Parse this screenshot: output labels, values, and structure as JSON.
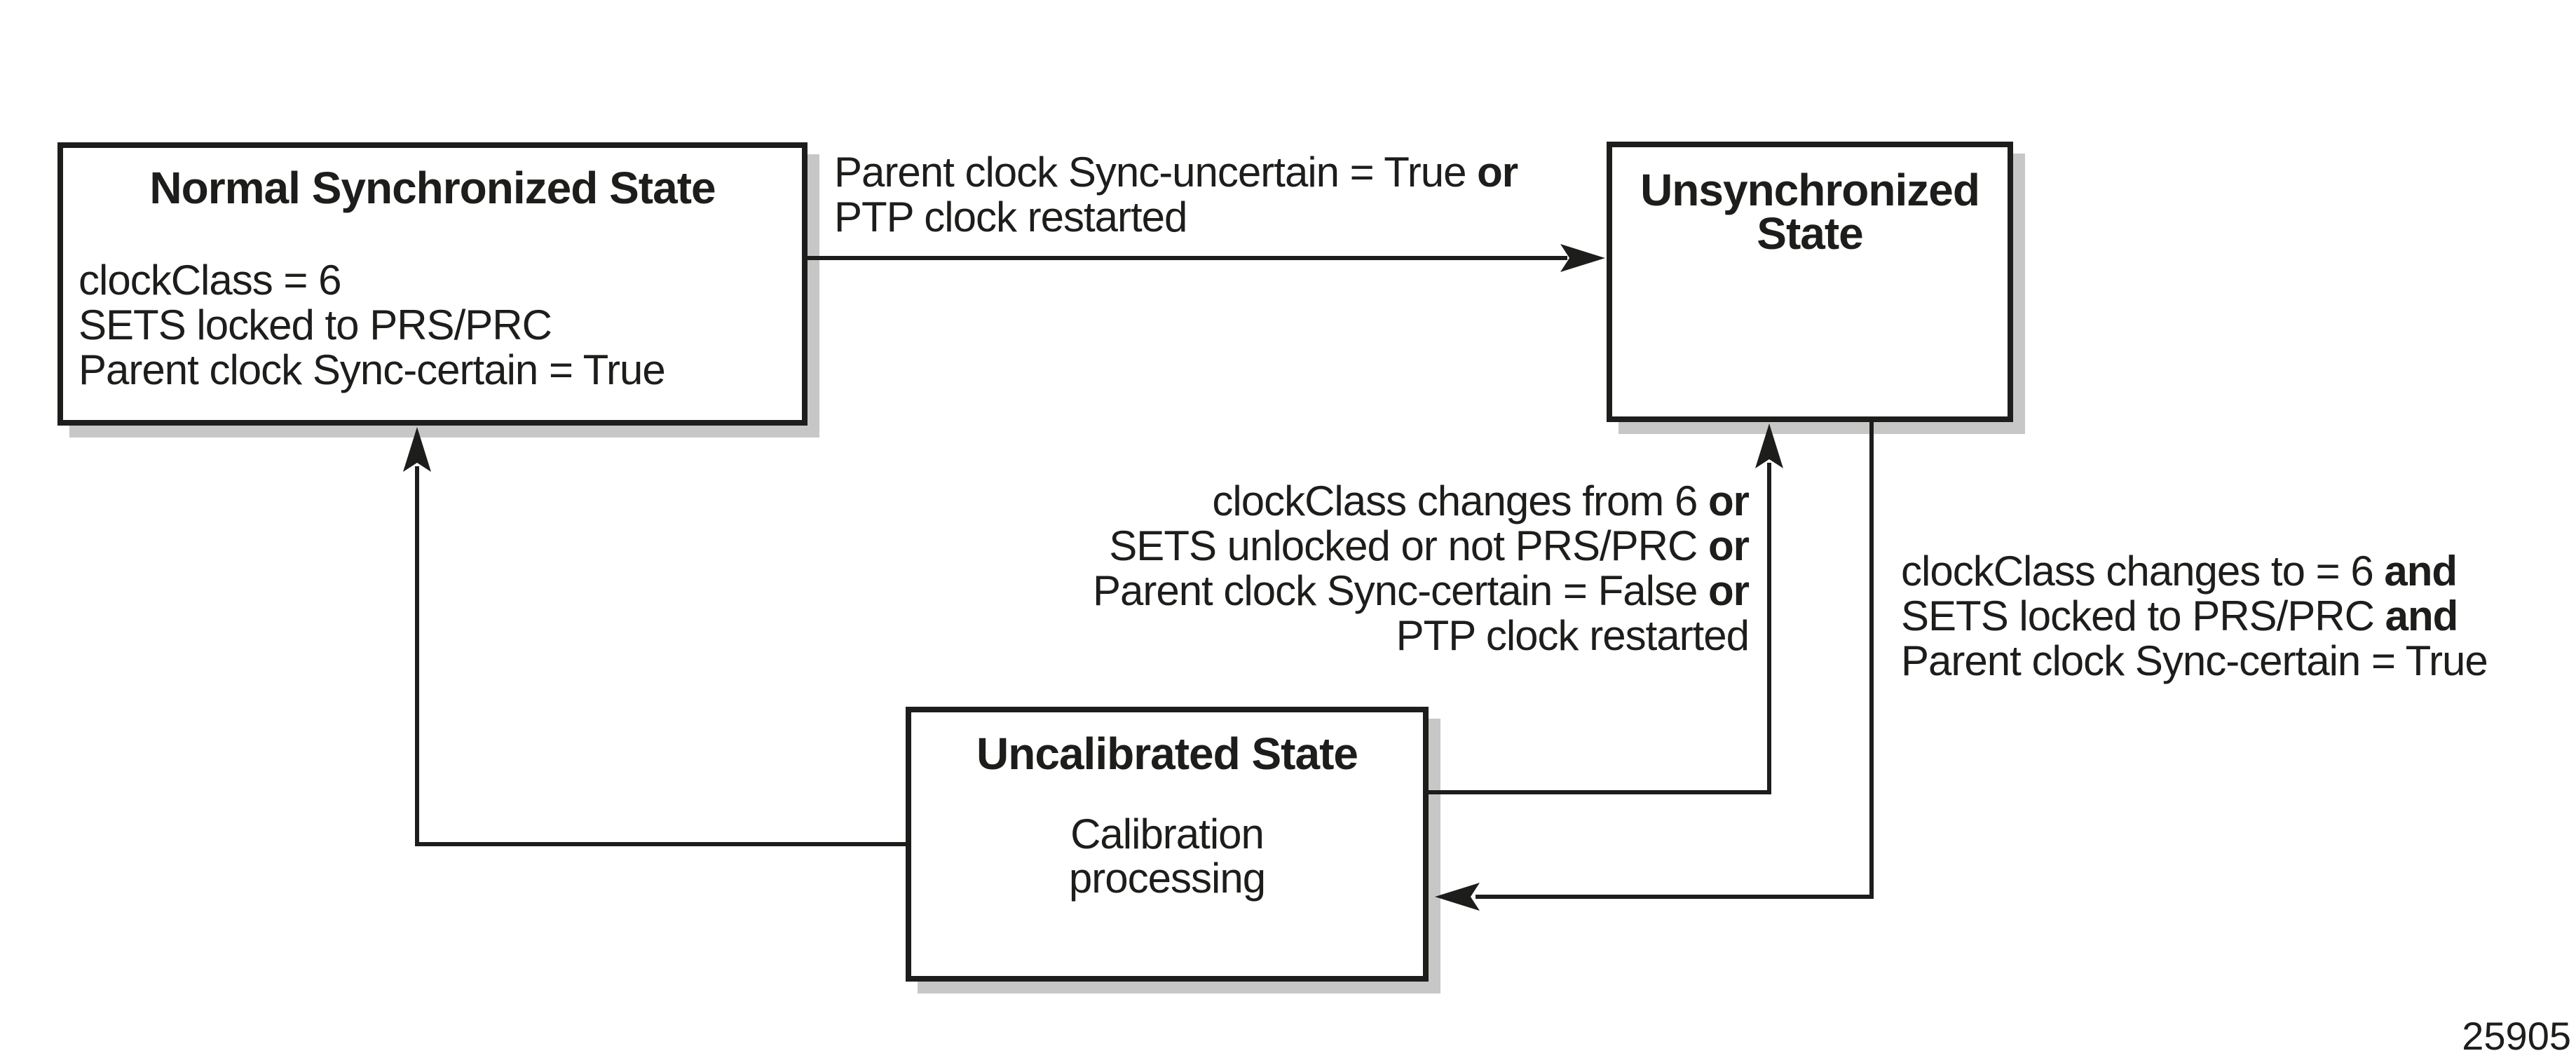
{
  "diagram": {
    "states": {
      "normal": {
        "title": "Normal Synchronized State",
        "conditions": [
          "clockClass = 6",
          "SETS locked to PRS/PRC",
          "Parent clock Sync-certain = True"
        ]
      },
      "unsynchronized": {
        "title_line1": "Unsynchronized",
        "title_line2": "State"
      },
      "uncalibrated": {
        "title": "Uncalibrated State",
        "body_line1": "Calibration",
        "body_line2": "processing"
      }
    },
    "transitions": {
      "normal_to_unsynchronized": {
        "line1_text": "Parent clock Sync-uncertain = True ",
        "line1_bold": "or",
        "line2_text": "PTP clock restarted"
      },
      "uncalibrated_to_unsynchronized": {
        "line1_text": "clockClass changes from 6 ",
        "line1_bold": "or",
        "line2_text": "SETS unlocked or not PRS/PRC ",
        "line2_bold": "or",
        "line3_text": "Parent clock Sync-certain = False ",
        "line3_bold": "or",
        "line4_text": "PTP clock restarted"
      },
      "unsynchronized_to_uncalibrated": {
        "line1_text": "clockClass changes to = 6 ",
        "line1_bold": "and",
        "line2_text": "SETS locked to PRS/PRC ",
        "line2_bold": "and",
        "line3_text": "Parent clock Sync-certain = True"
      }
    },
    "figure_number": "25905",
    "colors": {
      "ink": "#1d1d1b",
      "shadow": "#c7c7c7",
      "background": "#ffffff"
    }
  }
}
